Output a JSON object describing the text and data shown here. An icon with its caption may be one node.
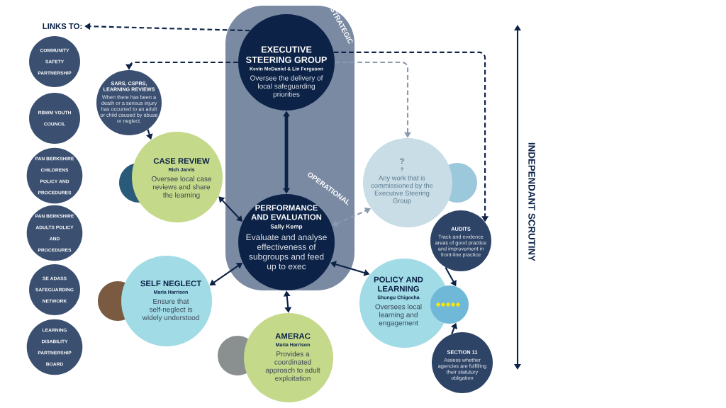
{
  "diagram": {
    "nodes": [
      {
        "text": [
          "STRATEGIC",
          "OPERATIONAL"
        ]
      },
      {
        "text": [
          "LINKS TO:"
        ]
      },
      {
        "text": [
          "COMMUNITY SAFETY PARTNERSHIP"
        ]
      },
      {
        "text": [
          "RBWM YOUTH COUNCIL"
        ]
      },
      {
        "text": [
          "PAN BERKSHIRE CHILDRENS POLICY AND PROCEDURES"
        ]
      },
      {
        "text": [
          "PAN BERKSHIRE ADULTS POLICY AND PROCEDURES"
        ]
      },
      {
        "text": [
          "SE ADASS SAFEGUARDING NETWORK"
        ]
      },
      {
        "text": [
          "LEARNING DISABILITY PARTNERSHIP BOARD"
        ]
      },
      {
        "text": [
          "EXECUTIVE STEERING GROUP",
          "Kevin McDaniel & Lin Ferguson",
          "Oversee the delivery of local safeguarding priorities"
        ],
        "in": 0
      },
      {
        "text": [
          "SARS, CSPRS, LEARNING REVIEWS",
          "When there has been a death or a serious injury has occurred to an adult or child caused by abuse or neglect."
        ]
      },
      {
        "text": [
          "CASE REVIEW",
          "Rich Jarvis",
          "Oversee local case reviews and share the learning"
        ]
      },
      {
        "text": [
          "?",
          "?",
          "Any work that is commissioned by the Executive Steering Group"
        ]
      },
      {
        "text": [
          "PERFORMANCE AND EVALUATION",
          "Sally Kemp",
          "Evaluate and analyse effectiveness of subgroups and feed up to exec"
        ],
        "in": 0
      },
      {
        "text": [
          "AUDITS",
          "Track and evidence areas of good practice and improvement in front-line practice"
        ]
      },
      {
        "text": [
          "SELF NEGLECT",
          "Maria Harrison",
          "Ensure that self-neglect is widely understood"
        ]
      },
      {
        "text": [
          "POLICY AND LEARNING",
          "Shungu Chigocha",
          "Oversees local learning and engagement"
        ]
      },
      {
        "text": [],
        "shape": "picture"
      },
      {
        "text": [
          "AMERAC",
          "Maria Harrison",
          "Provides a coordinated approach to adult exploitation"
        ]
      },
      {
        "text": [
          "SECTION 11",
          "Assess whether agencies are fulfilling their statutory obligation"
        ]
      }
    ],
    "edges": [
      {
        "from": 8,
        "to": 1,
        "arrow": "to",
        "style": "dashed"
      },
      {
        "from": 8,
        "to": 9,
        "arrow": "to",
        "style": "dashed"
      },
      {
        "from": 8,
        "to": 11,
        "arrow": "to",
        "style": "dashed",
        "color": "#8a9bb0"
      },
      {
        "from": 8,
        "to": 13,
        "arrow": "to",
        "style": "dashed"
      },
      {
        "from": 8,
        "to": 12,
        "arrow": "both",
        "style": "thick"
      },
      {
        "from": 9,
        "to": 10,
        "arrow": "to"
      },
      {
        "from": 10,
        "to": 12,
        "arrow": "both"
      },
      {
        "from": 12,
        "to": 11,
        "arrow": "both",
        "style": "dashed",
        "color": "#8a9bb0"
      },
      {
        "from": 12,
        "to": 14,
        "arrow": "both"
      },
      {
        "from": 12,
        "to": 15,
        "arrow": "both"
      },
      {
        "from": 12,
        "to": 17,
        "arrow": "both"
      },
      {
        "from": 13,
        "to": 16,
        "arrow": "to"
      },
      {
        "from": 18,
        "to": 16,
        "arrow": "to"
      }
    ],
    "labels": [
      "INDEPENDANT SCRUTINY"
    ]
  }
}
